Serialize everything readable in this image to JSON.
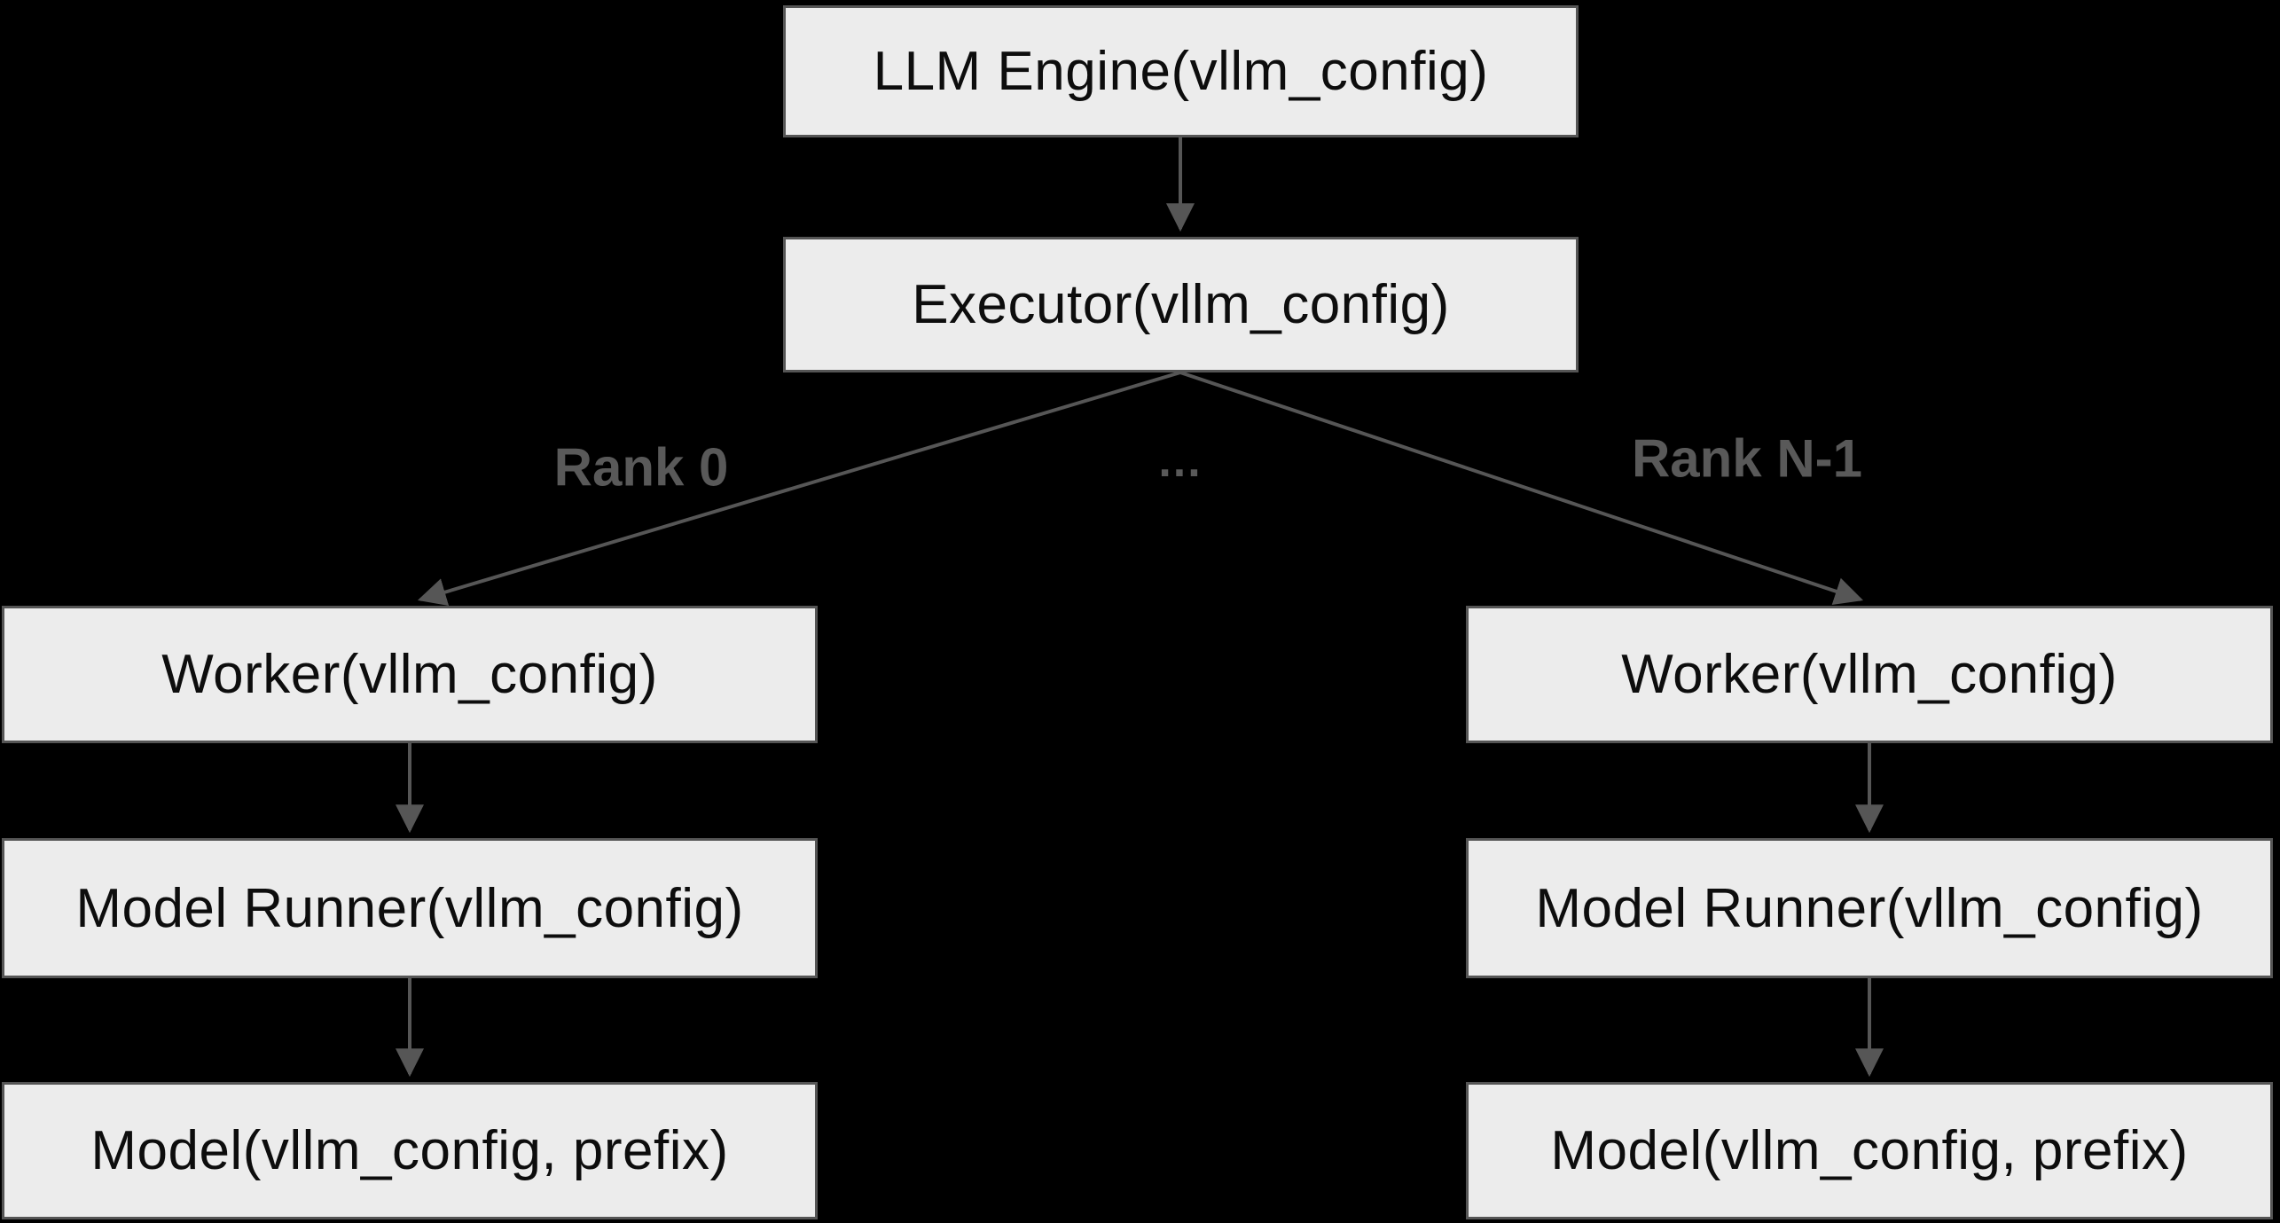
{
  "diagram": {
    "nodes": {
      "llm_engine": {
        "label": "LLM Engine(vllm_config)"
      },
      "executor": {
        "label": "Executor(vllm_config)"
      },
      "worker_left": {
        "label": "Worker(vllm_config)"
      },
      "worker_right": {
        "label": "Worker(vllm_config)"
      },
      "model_runner_left": {
        "label": "Model Runner(vllm_config)"
      },
      "model_runner_right": {
        "label": "Model Runner(vllm_config)"
      },
      "model_left": {
        "label": "Model(vllm_config, prefix)"
      },
      "model_right": {
        "label": "Model(vllm_config, prefix)"
      }
    },
    "edge_labels": {
      "rank_0": "Rank 0",
      "ellipsis": "...",
      "rank_n_minus_1": "Rank N-1"
    },
    "colors": {
      "background": "#000000",
      "node_fill": "#ececec",
      "node_border": "#555555",
      "node_text": "#0d0d0d",
      "edge_line": "#565656",
      "edge_label_text": "#595959"
    }
  }
}
